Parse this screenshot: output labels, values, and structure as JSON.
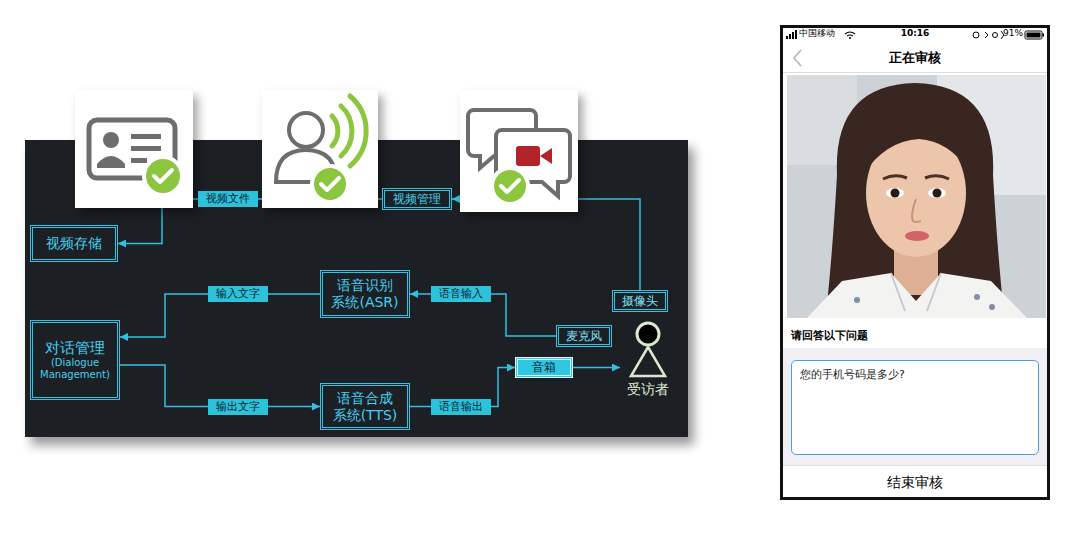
{
  "diagram": {
    "nodes": [
      {
        "text": [
          "视频管理"
        ]
      },
      {
        "text": [
          "视频存储"
        ]
      },
      {
        "text": [
          "语音识别 系统(ASR)"
        ]
      },
      {
        "text": [
          "对话管理",
          "(Dialogue Management)"
        ]
      },
      {
        "text": [
          "语音合成 系统(TTS)"
        ]
      },
      {
        "text": [
          "摄像头"
        ]
      },
      {
        "text": [
          "麦克风"
        ]
      },
      {
        "text": [
          "音箱"
        ]
      },
      {
        "text": [
          "受访者"
        ]
      },
      {
        "text": [
          "您的手机号码是多少?"
        ]
      }
    ],
    "edges": [
      {
        "from": 0,
        "to": 1,
        "label": "视频文件",
        "arrow": "to"
      },
      {
        "from": 2,
        "to": 3,
        "label": "输入文字",
        "arrow": "to"
      },
      {
        "from": 6,
        "to": 2,
        "label": "语音输入",
        "arrow": "to"
      },
      {
        "from": 3,
        "to": 4,
        "label": "输出文字",
        "arrow": "to"
      },
      {
        "from": 4,
        "to": 7,
        "label": "语音输出",
        "arrow": "to"
      },
      {
        "from": 5,
        "to": 0,
        "arrow": "to"
      },
      {
        "from": 7,
        "to": 8,
        "arrow": "to"
      }
    ],
    "labels": [
      "中国移动",
      "10:16",
      "91%",
      "正在审核",
      "请回答以下问题",
      "结束审核"
    ]
  }
}
